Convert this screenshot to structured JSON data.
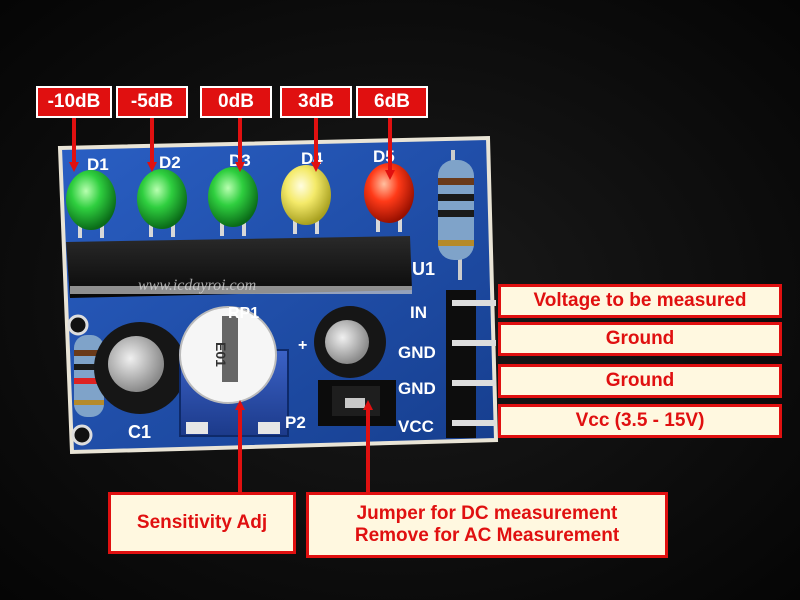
{
  "led_labels": [
    "-10dB",
    "-5dB",
    "0dB",
    "3dB",
    "6dB"
  ],
  "pin_labels": [
    "Voltage to be measured",
    "Ground",
    "Ground",
    "Vcc (3.5 - 15V)"
  ],
  "sensitivity_label": "Sensitivity Adj",
  "jumper_label": [
    "Jumper for DC measurement",
    "Remove for AC Measurement"
  ],
  "watermark": "www.icdayroi.com",
  "silkscreen": {
    "led_refs": [
      "D1",
      "D2",
      "D3",
      "D4",
      "D5"
    ],
    "u1": "U1",
    "rp1": "RP1",
    "c1": "C1",
    "p2": "P2",
    "pins": [
      "IN",
      "GND",
      "GND",
      "VCC"
    ],
    "pot_marking": "E01"
  },
  "colors": {
    "label_red": "#e01010",
    "pcb_blue": "#1f4ea8",
    "led_green": "#27c23a",
    "led_yellow": "#f2e860",
    "led_red": "#ff3a1a"
  }
}
